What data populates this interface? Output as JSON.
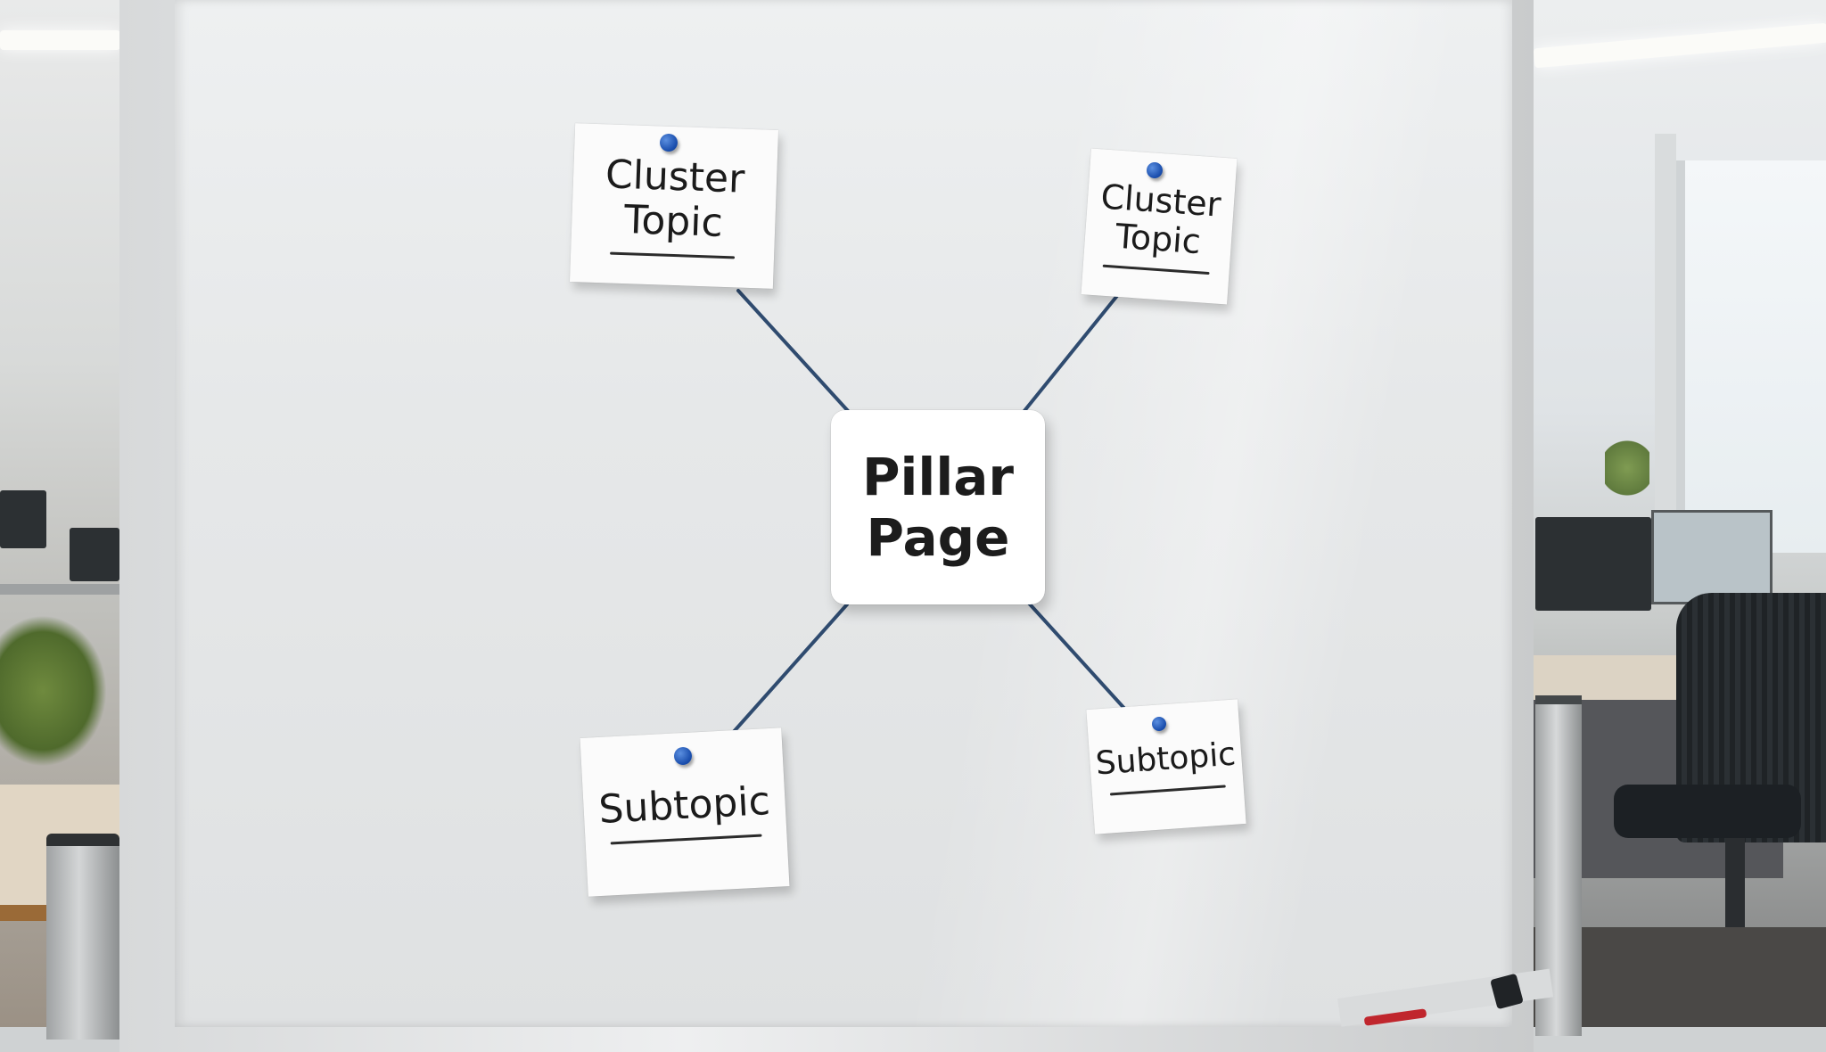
{
  "diagram": {
    "center": {
      "label": "Pillar\nPage"
    },
    "nodes": [
      {
        "id": "cluster-1",
        "label": "Cluster\nTopic"
      },
      {
        "id": "cluster-2",
        "label": "Cluster\nTopic"
      },
      {
        "id": "subtopic-1",
        "label": "Subtopic"
      },
      {
        "id": "subtopic-2",
        "label": "Subtopic"
      }
    ],
    "edges": [
      [
        "center",
        "cluster-1"
      ],
      [
        "center",
        "cluster-2"
      ],
      [
        "center",
        "subtopic-1"
      ],
      [
        "center",
        "subtopic-2"
      ]
    ]
  },
  "colors": {
    "connector": "#2f4b6f",
    "pin": "#1b4fae",
    "note": "#fbfbfb",
    "board": "#e6e8e9"
  }
}
